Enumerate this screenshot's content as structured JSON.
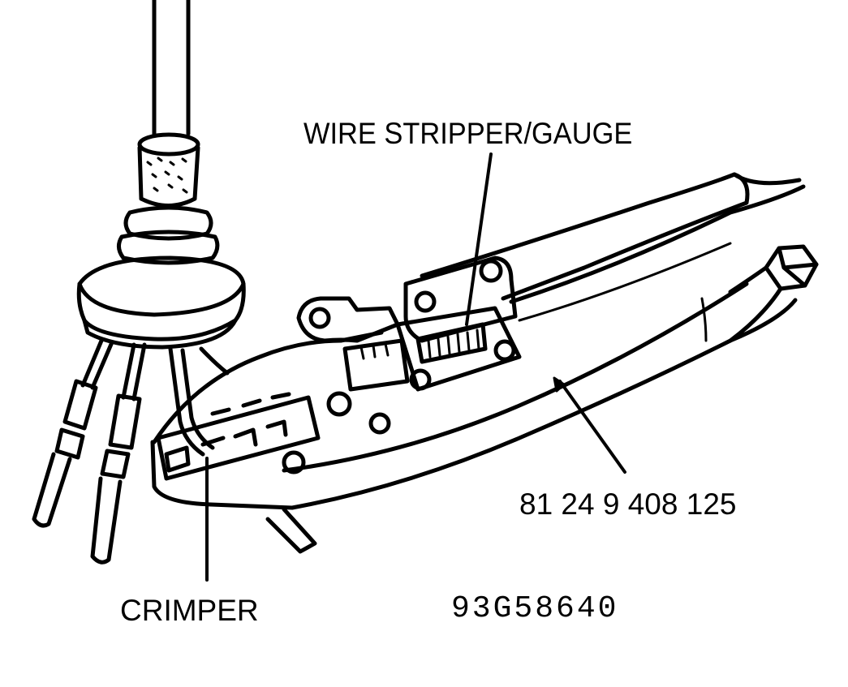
{
  "labels": {
    "wire_stripper_gauge": "WIRE STRIPPER/GAUGE",
    "part_number": "81 24 9 408 125",
    "crimper": "CRIMPER",
    "figure_code": "93G58640"
  },
  "colors": {
    "ink": "#000000",
    "paper": "#ffffff"
  }
}
